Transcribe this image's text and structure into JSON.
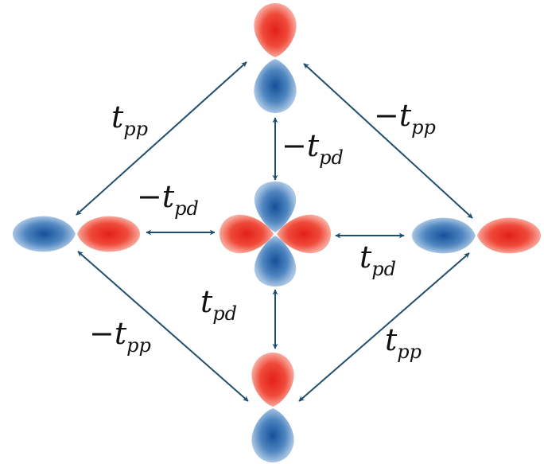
{
  "colors": {
    "positive_lobe": "#ef4a3a",
    "positive_center": "#e3201a",
    "positive_edge": "#f7a89c",
    "negative_lobe": "#4f86c0",
    "negative_center": "#15509a",
    "negative_edge": "#a9c5e3",
    "arrow": "#1f4e6e"
  },
  "orbitals": {
    "center": "d-orbital",
    "top": "p-orbital",
    "bottom": "p-orbital",
    "left": "p-orbital",
    "right": "p-orbital"
  },
  "labels": {
    "top_left": {
      "sign": "",
      "symbol": "t",
      "sub": "pp"
    },
    "top_right": {
      "sign": "−",
      "symbol": "t",
      "sub": "pp"
    },
    "bottom_left": {
      "sign": "−",
      "symbol": "t",
      "sub": "pp"
    },
    "bottom_right": {
      "sign": "",
      "symbol": "t",
      "sub": "pp"
    },
    "center_top": {
      "sign": "−",
      "symbol": "t",
      "sub": "pd"
    },
    "center_left": {
      "sign": "−",
      "symbol": "t",
      "sub": "pd"
    },
    "center_right": {
      "sign": "",
      "symbol": "t",
      "sub": "pd"
    },
    "center_bottom": {
      "sign": "",
      "symbol": "t",
      "sub": "pd"
    }
  }
}
